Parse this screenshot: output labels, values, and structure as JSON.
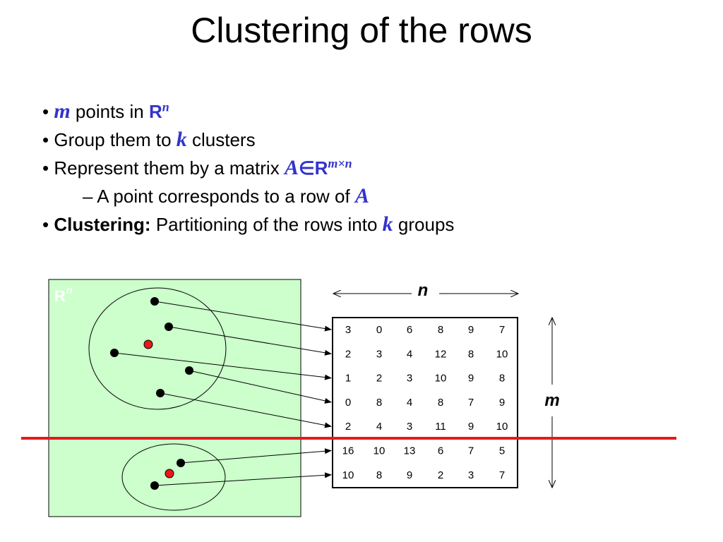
{
  "title": "Clustering of the rows",
  "bullets": {
    "b1": {
      "bullet": "•",
      "var_m": "m",
      "text": "points in",
      "set": "R",
      "sup": "n"
    },
    "b2": {
      "bullet": "•",
      "text": "Group them to",
      "var_k": "k",
      "text2": "clusters"
    },
    "b3": {
      "bullet": "•",
      "text": "Represent them by a matrix",
      "var_A": "A",
      "elem": "∈",
      "set": "R",
      "sup": "m×n"
    },
    "b4": {
      "dash": "–",
      "text": "A point corresponds to a row of",
      "var_A": "A"
    },
    "b5": {
      "bullet": "•",
      "bold": "Clustering:",
      "text": "Partitioning of the rows into",
      "var_k": "k",
      "text2": "groups"
    }
  },
  "diagram": {
    "space_label": "R",
    "space_sup": "n",
    "n_label": "n",
    "m_label": "m",
    "matrix": [
      [
        "3",
        "0",
        "6",
        "8",
        "9",
        "7"
      ],
      [
        "2",
        "3",
        "4",
        "12",
        "8",
        "10"
      ],
      [
        "1",
        "2",
        "3",
        "10",
        "9",
        "8"
      ],
      [
        "0",
        "8",
        "4",
        "8",
        "7",
        "9"
      ],
      [
        "2",
        "4",
        "3",
        "11",
        "9",
        "10"
      ],
      [
        "16",
        "10",
        "13",
        "6",
        "7",
        "5"
      ],
      [
        "10",
        "8",
        "9",
        "2",
        "3",
        "7"
      ]
    ],
    "colors": {
      "region_fill": "#ccffcc",
      "region_label": "#ffffff",
      "separator": "#e41a1c",
      "centroid": "#e41a1c",
      "point": "#000000"
    }
  }
}
